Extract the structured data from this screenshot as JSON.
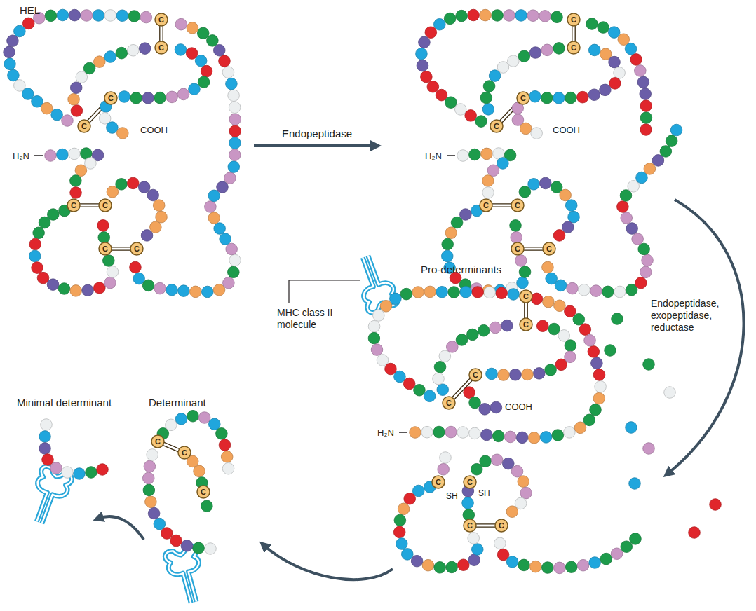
{
  "diagram": {
    "labels": [
      "HEL",
      "Endopeptidase",
      "H₂N",
      "COOH",
      "H₂N",
      "COOH",
      "MHC class II molecule",
      "Endopeptidase, exopeptidase, reductase",
      "Pro-determinants",
      "H₂N",
      "COOH",
      "SH",
      "SH",
      "Determinant",
      "Minimal determinant",
      "C",
      "C",
      "C",
      "C",
      "C",
      "C",
      "C",
      "C",
      "C",
      "C",
      "C",
      "C",
      "C",
      "C",
      "C",
      "C",
      "C",
      "C",
      "C",
      "C",
      "C",
      "C",
      "C",
      "C",
      "C",
      "C",
      "C"
    ]
  }
}
